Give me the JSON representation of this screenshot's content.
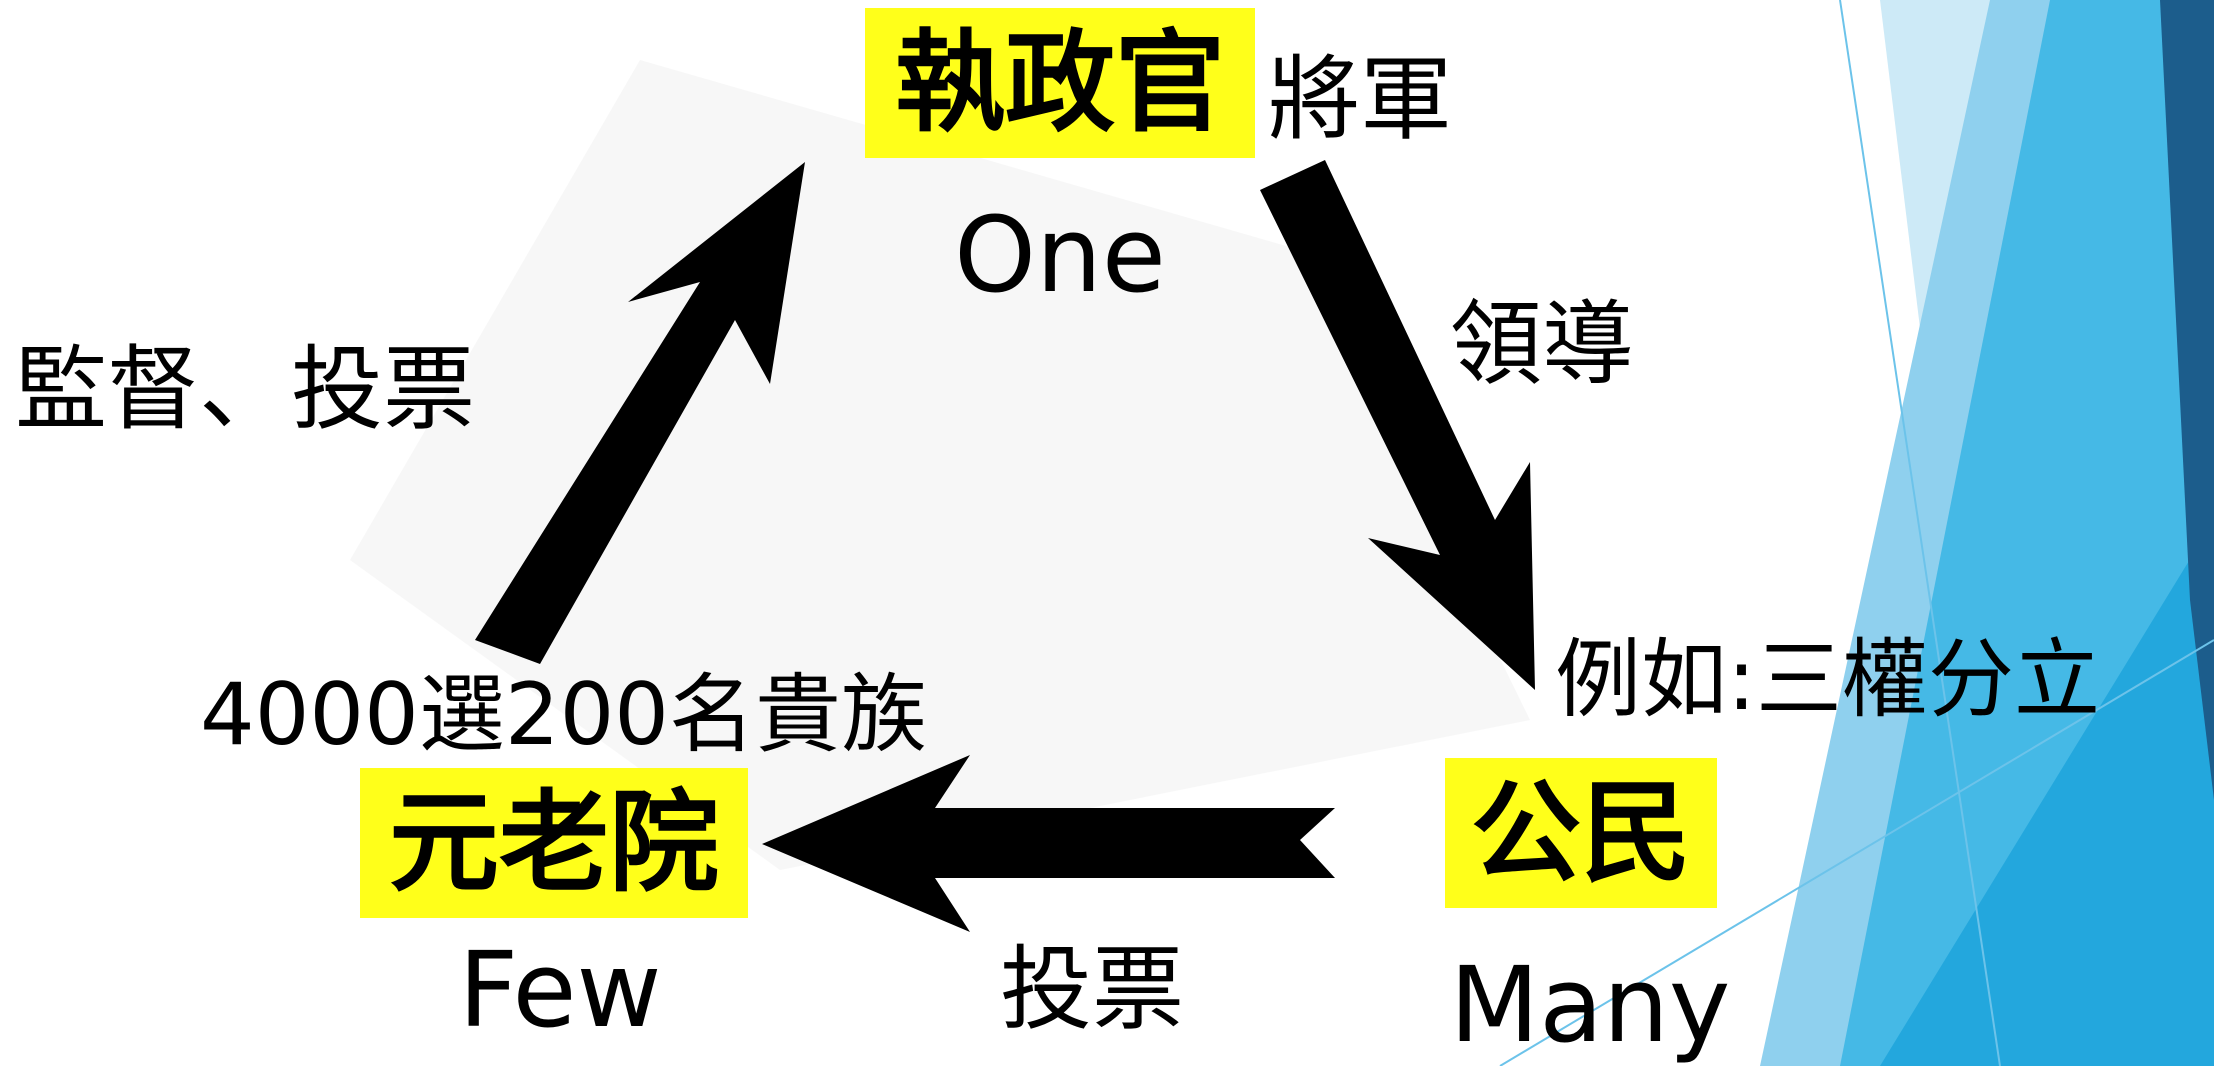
{
  "colors": {
    "highlight": "#ffff1a",
    "arrow": "#000000",
    "accent_dark": "#1c5d8c",
    "accent_mid": "#2fb0e2",
    "accent_light": "#9fd8f0"
  },
  "nodes": {
    "consul": {
      "label": "執政官",
      "english": "One",
      "extra": "將軍"
    },
    "senate": {
      "label": "元老院",
      "english": "Few",
      "note": "4000選200名貴族"
    },
    "citizens": {
      "label": "公民",
      "english": "Many",
      "note": "例如:三權分立"
    }
  },
  "edges": {
    "senate_to_consul": {
      "label": "監督、投票"
    },
    "consul_to_citizens": {
      "label": "領導"
    },
    "citizens_to_senate": {
      "label": "投票"
    }
  }
}
